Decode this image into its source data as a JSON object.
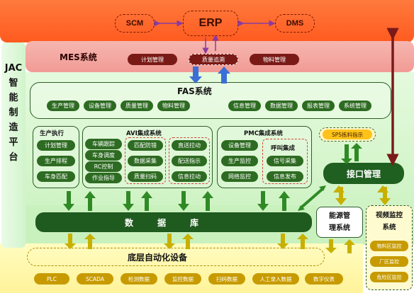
{
  "top": {
    "scm": "SCM",
    "erp": "ERP",
    "dms": "DMS"
  },
  "jac": {
    "lines": [
      "JAC",
      "智",
      "能",
      "制",
      "造",
      "平",
      "台"
    ]
  },
  "mes": {
    "title": "MES系统",
    "items": [
      "计划管理",
      "质量追溯",
      "物料管理"
    ]
  },
  "fas": {
    "title": "FAS系统",
    "left_items": [
      "生产管理",
      "设备管理",
      "质量管理",
      "物料管理"
    ],
    "right_items": [
      "信息管理",
      "数据管理",
      "报表管理",
      "系统管理"
    ]
  },
  "prod_exec": {
    "title": "生产执行",
    "items": [
      "计划管理",
      "生产排程",
      "车身匹配"
    ]
  },
  "avi": {
    "title": "AVI集成系统",
    "col1": [
      "车辆跟踪",
      "车身调度",
      "RC控制",
      "作业指导"
    ],
    "col2": [
      "匹配防错",
      "数据采集",
      "质量扫码"
    ],
    "col3": [
      "直送拉动",
      "配送指示",
      "信息拉动"
    ]
  },
  "pmc": {
    "title": "PMC集成系统",
    "col1": [
      "设备管理",
      "生产监控",
      "网络监控"
    ],
    "call_title": "呼叫集成",
    "col2": [
      "信号采集",
      "信息发布"
    ]
  },
  "sps": {
    "label": "SPS拣料指示"
  },
  "interface": {
    "label": "接口管理"
  },
  "database": {
    "label": "数据库"
  },
  "energy": {
    "line1": "能源管",
    "line2": "理系统"
  },
  "video": {
    "line1": "视频监控",
    "line2": "系统",
    "items": [
      "物料区监控",
      "厂区监控",
      "危险区监控"
    ]
  },
  "bottom": {
    "title": "底层自动化设备",
    "items": [
      "PLC",
      "SCADA",
      "检测数据",
      "监控数据",
      "扫码数据",
      "人工录入数据",
      "数字仪表"
    ]
  },
  "colors": {
    "erp_band": "#ff5a1f",
    "mes_band": "#f19b94",
    "green_area": "#c9f1be",
    "dark_green": "#1f5a1f",
    "yellow_area": "#fff39a",
    "gold_pill": "#c79b00",
    "blue_arrow": "#3b6fd6",
    "crimson_arrow": "#8a1f1f"
  }
}
